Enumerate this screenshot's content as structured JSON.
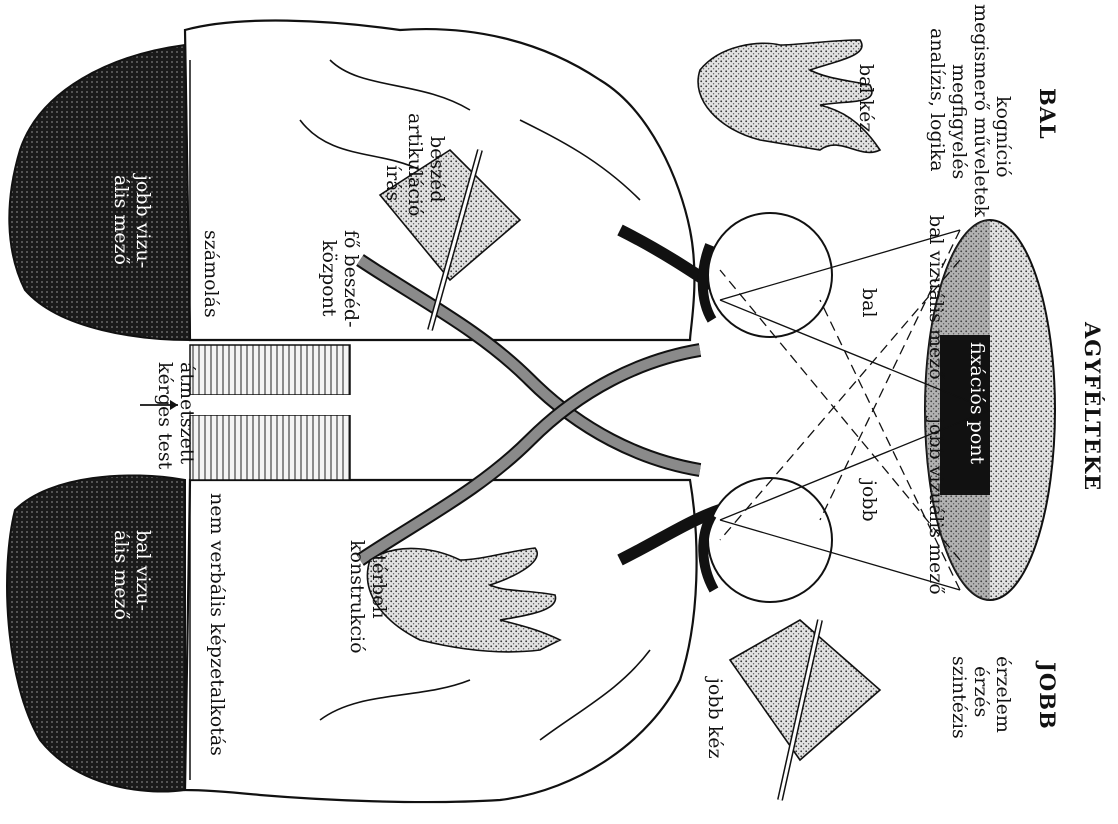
{
  "title": "AGYFÉLTEKE",
  "sides": {
    "left": "BAL",
    "right": "JOBB"
  },
  "left_functions": [
    "kogníció",
    "megismerő műveletek",
    "megfigyelés",
    "analízis, logika"
  ],
  "right_functions": [
    "érzelem",
    "érzés",
    "szintézis"
  ],
  "left_hand": "bal kéz",
  "right_hand": "jobb kéz",
  "visual_fields": {
    "left": "bal vizuális mező",
    "right": "jobb vizuális mező"
  },
  "fixation": "fixációs pont",
  "eyes": {
    "left": "bal",
    "right": "jobb"
  },
  "speech_labels": [
    "beszéd",
    "artikuláció",
    "írás"
  ],
  "main_speech_center": [
    "fő beszéd-",
    "központ"
  ],
  "spatial": [
    "térbeli",
    "konstrukció"
  ],
  "calculation": "számolás",
  "nonverbal": "nem verbális képzetalkotás",
  "right_visual_cortex": [
    "jobb vizu-",
    "ális mező"
  ],
  "left_visual_cortex": [
    "bal vizu-",
    "ális mező"
  ],
  "corpus_callosum": [
    "átmetszett",
    "kérges test"
  ],
  "colors": {
    "ink": "#111111",
    "stipple": "#9a9a9a",
    "dark": "#151515"
  }
}
